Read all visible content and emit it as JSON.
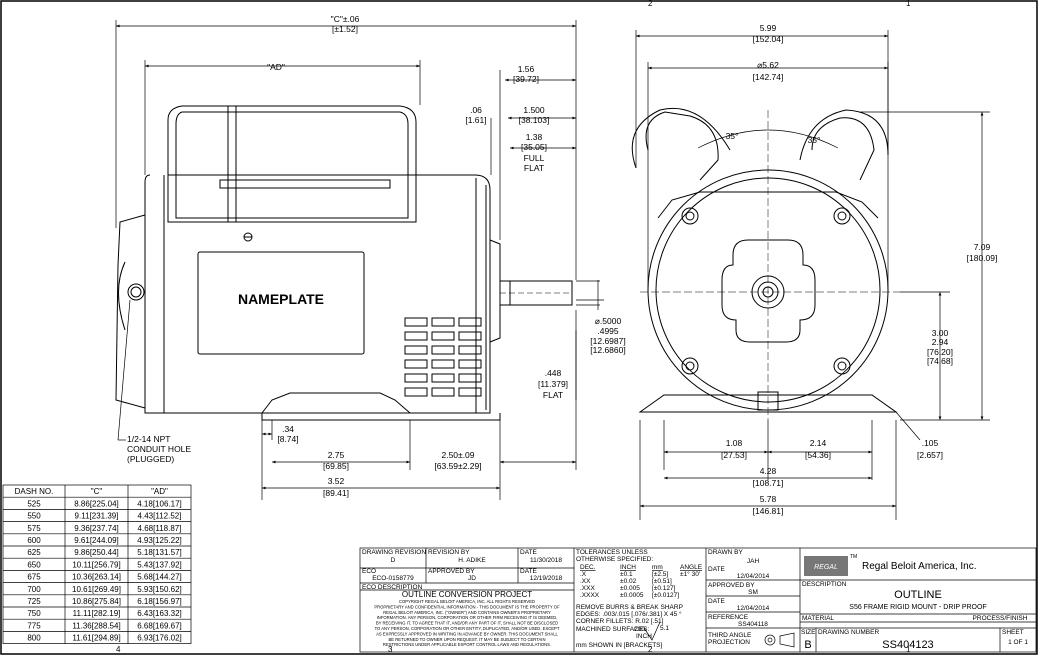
{
  "dims": {
    "c_overall": [
      "\"C\"±.06",
      "[±1.52]"
    ],
    "ad": [
      "\"AD\""
    ],
    "d156": [
      "1.56",
      "[39.72]"
    ],
    "d06": [
      ".06",
      "[1.61]"
    ],
    "d1500": [
      "1.500",
      "[38.103]"
    ],
    "d138": [
      "1.38",
      "[35.05]",
      "FULL",
      "FLAT"
    ],
    "shaft_dia": [
      "⌀.5000",
      ".4995",
      "[12.6987]",
      "[12.6860]"
    ],
    "flat448": [
      ".448",
      "[11.379]",
      "FLAT"
    ],
    "d34": [
      ".34",
      "[8.74]"
    ],
    "d275": [
      "2.75",
      "[69.85]"
    ],
    "d250": [
      "2.50±.09",
      "[63.59±2.29]"
    ],
    "d352": [
      "3.52",
      "[89.41]"
    ],
    "conduit": [
      "1/2-14 NPT",
      "CONDUIT HOLE",
      "(PLUGGED)"
    ],
    "nameplate": "NAMEPLATE",
    "d599": [
      "5.99",
      "[152.04]"
    ],
    "d562": [
      "⌀5.62",
      "[142.74]"
    ],
    "angle_left": "35°",
    "angle_right": "35°",
    "d709": [
      "7.09",
      "[180.09]"
    ],
    "d300": [
      "3.00",
      "2.94",
      "[76.20]",
      "[74.68]"
    ],
    "d108": [
      "1.08",
      "[27.53]"
    ],
    "d214": [
      "2.14",
      "[54.36]"
    ],
    "d105": [
      ".105",
      "[2.657]"
    ],
    "d428": [
      "4.28",
      "[108.71]"
    ],
    "d578": [
      "5.78",
      "[146.81]"
    ]
  },
  "dash_table": {
    "headers": [
      "DASH NO.",
      "\"C\"",
      "\"AD\""
    ],
    "rows": [
      [
        "525",
        "8.86[225.04]",
        "4.18[106.17]"
      ],
      [
        "550",
        "9.11[231.39]",
        "4.43[112.52]"
      ],
      [
        "575",
        "9.36[237.74]",
        "4.68[118.87]"
      ],
      [
        "600",
        "9.61[244.09]",
        "4.93[125.22]"
      ],
      [
        "625",
        "9.86[250.44]",
        "5.18[131.57]"
      ],
      [
        "650",
        "10.11[256.79]",
        "5.43[137.92]"
      ],
      [
        "675",
        "10.36[263.14]",
        "5.68[144.27]"
      ],
      [
        "700",
        "10.61[269.49]",
        "5.93[150.62]"
      ],
      [
        "725",
        "10.86[275.84]",
        "6.18[156.97]"
      ],
      [
        "750",
        "11.11[282.19]",
        "6.43[163.32]"
      ],
      [
        "775",
        "11.36[288.54]",
        "6.68[169.67]"
      ],
      [
        "800",
        "11.61[294.89]",
        "6.93[176.02]"
      ]
    ]
  },
  "title_block": {
    "drawing_revision_label": "DRAWING REVISION",
    "drawing_revision": "D",
    "revision_by_label": "REVISION BY",
    "revision_by": "H. ADIKE",
    "date_label": "DATE",
    "revision_date": "11/30/2018",
    "eco_label": "ECO",
    "eco": "ECO-0158779",
    "approved_by_label": "APPROVED BY",
    "approved_by": "JD",
    "approved_date": "12/19/2018",
    "eco_desc_label": "ECO DESCRIPTION",
    "eco_desc": "OUTLINE CONVERSION PROJECT",
    "copyright": [
      "COPYRIGHT REGAL BELOIT AMERICA, INC. ALL RIGHTS RESERVED",
      "PROPRIETARY AND CONFIDENTIAL INFORMATION - THIS DOCUMENT IS THE PROPERTY OF",
      "REGAL BELOIT AMERICA, INC. (\"OWNER\") AND CONTAINS OWNER'S PROPRIETARY",
      "INFORMATION. ANY PERSON, CORPORATION OR OTHER FIRM RECEIVING IT IS DEEMED,",
      "BY RECEIVING IT, TO AGREE THAT IT, AND/OR ANY PART OF IT, SHALL NOT BE DISCLOSED",
      "TO ANY PERSON, CORPORATION OR OTHER ENTITY, DUPLICATED, AND/OR USED, EXCEPT",
      "AS EXPRESSLY APPROVED IN WRITING IN ADVANCE BY OWNER. THIS DOCUMENT SHALL",
      "BE RETURNED TO OWNER UPON REQUEST. IT MAY BE SUBJECT TO CERTAIN",
      "RESTRICTIONS UNDER APPLICABLE EXPORT CONTROL LAWS AND REGULATIONS."
    ],
    "tolerances_title": [
      "TOLERANCES UNLESS",
      "OTHERWISE SPECIFIED:"
    ],
    "tol_headers": [
      "DEC.",
      "INCH",
      "mm",
      "ANGLE"
    ],
    "tol_rows": [
      [
        ".X",
        "±0.1",
        "[±2.5]",
        "±1° 30'"
      ],
      [
        ".XX",
        "±0.02",
        "[±0.51]",
        ""
      ],
      [
        ".XXX",
        "±0.005",
        "[±0.127]",
        ""
      ],
      [
        ".XXXX",
        "±0.0005",
        "[±0.0127]",
        ""
      ]
    ],
    "remove_burrs": "REMOVE BURRS & BREAK SHARP",
    "edges": "EDGES: .003/.015 [.076/.381] X 45 °",
    "corner_fillets": "CORNER FILLETS: R.02 [.51]",
    "machined": "MACHINED SURFACES:",
    "machined_value": "200",
    "machined_unit": "INCH",
    "finish_mark": "5.1",
    "mm_shown": "mm SHOWN IN [BRACKETS]",
    "drawn_by_label": "DRAWN BY",
    "drawn_by": "JAH",
    "drawn_date": "12/04/2014",
    "approved2_label": "APPROVED BY",
    "approved2": "SM",
    "approved2_date": "12/04/2014",
    "reference_label": "REFERENCE",
    "reference": "SS404118",
    "third_angle": [
      "THIRD ANGLE",
      "PROJECTION"
    ],
    "company": "Regal Beloit America, Inc.",
    "tm": "TM",
    "logo_text": "REGAL",
    "description_label": "DESCRIPTION",
    "desc_title": "OUTLINE",
    "desc_subtitle": "S56 FRAME RIGID MOUNT - DRIP PROOF",
    "material_label": "MATERIAL",
    "process_label": "PROCESS/FINISH",
    "size_label": "SIZE",
    "size": "B",
    "drawing_number_label": "DRAWING NUMBER",
    "drawing_number": "SS404123",
    "sheet_label": "SHEET",
    "sheet": "1 OF 1"
  },
  "zones": {
    "bottom": [
      "4",
      "3",
      "2",
      "1"
    ],
    "top": [
      "2",
      "1"
    ]
  }
}
